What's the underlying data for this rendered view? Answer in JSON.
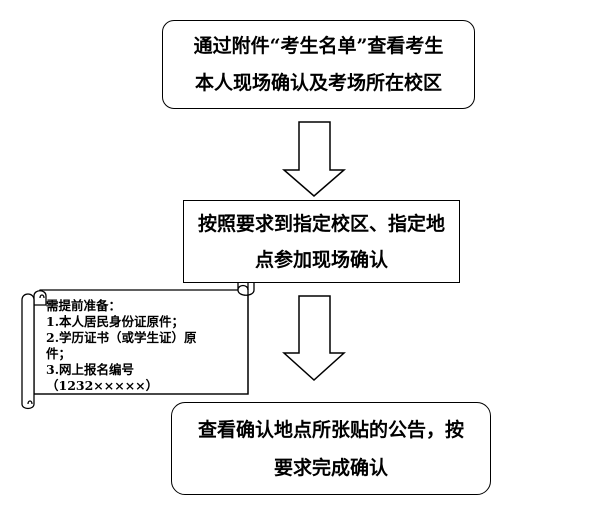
{
  "steps": [
    {
      "lines": [
        "通过附件“考生名单”查看考生",
        "本人现场确认及考场所在校区"
      ]
    },
    {
      "lines": [
        "按照要求到指定校区、指定地",
        "点参加现场确认"
      ]
    },
    {
      "lines": [
        "查看确认地点所张贴的公告，按",
        "要求完成确认"
      ]
    }
  ],
  "note": {
    "title": "需提前准备：",
    "items": [
      "1.本人居民身份证原件；",
      "2.学历证书（或学生证）原",
      "件；",
      "3.网上报名编号",
      "（1232×××××）"
    ]
  }
}
